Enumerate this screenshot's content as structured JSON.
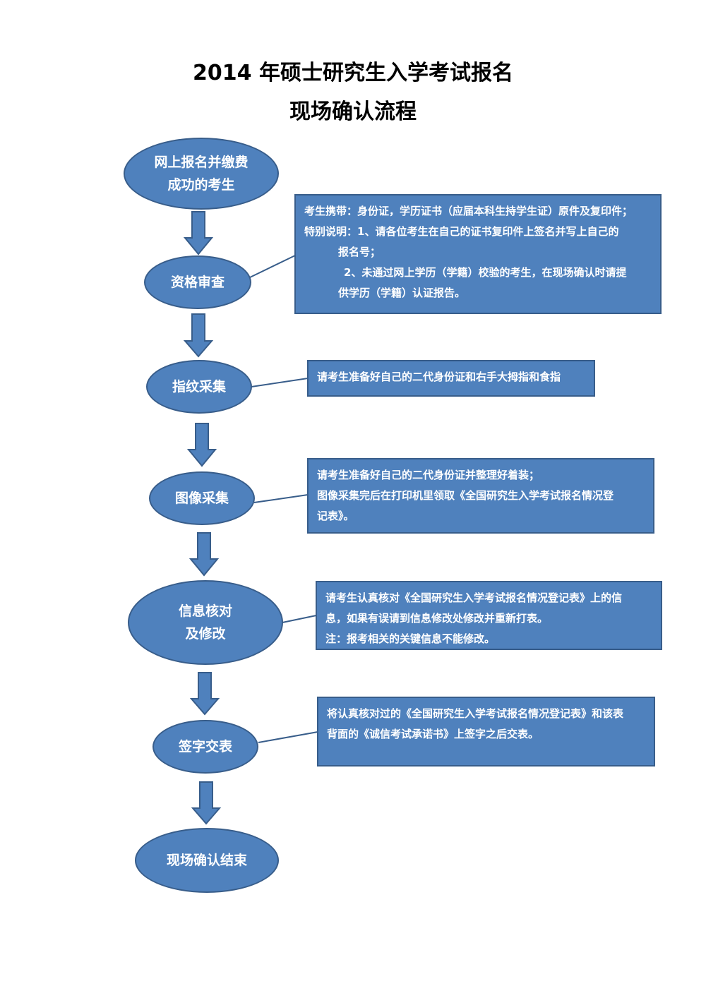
{
  "title": {
    "line1": "2014 年硕士研究生入学考试报名",
    "line2": "现场确认流程"
  },
  "colors": {
    "fill": "#4f81bd",
    "border": "#385d8a",
    "text": "#ffffff"
  },
  "steps": [
    {
      "lines": [
        "网上报名并缴费",
        "成功的考生"
      ]
    },
    {
      "lines": [
        "资格审查"
      ]
    },
    {
      "lines": [
        "指纹采集"
      ]
    },
    {
      "lines": [
        "图像采集"
      ]
    },
    {
      "lines": [
        "信息核对",
        "及修改"
      ]
    },
    {
      "lines": [
        "签字交表"
      ]
    },
    {
      "lines": [
        "现场确认结束"
      ]
    }
  ],
  "notes": {
    "review": [
      "考生携带：身份证，学历证书（应届本科生持学生证）原件及复印件；",
      "特别说明：1、请各位考生在自己的证书复印件上签名并写上自己的",
      "报名号；",
      "2、未通过网上学历（学籍）校验的考生，在现场确认时请提",
      "供学历（学籍）认证报告。"
    ],
    "fingerprint": [
      "请考生准备好自己的二代身份证和右手大拇指和食指"
    ],
    "photo": [
      "请考生准备好自己的二代身份证并整理好着装；",
      "图像采集完后在打印机里领取《全国研究生入学考试报名情况登",
      "记表》。"
    ],
    "verify": [
      "请考生认真核对《全国研究生入学考试报名情况登记表》上的信",
      "息，如果有误请到信息修改处修改并重新打表。",
      "注：报考相关的关键信息不能修改。"
    ],
    "sign": [
      "将认真核对过的《全国研究生入学考试报名情况登记表》和该表",
      "背面的《诚信考试承诺书》上签字之后交表。"
    ]
  }
}
